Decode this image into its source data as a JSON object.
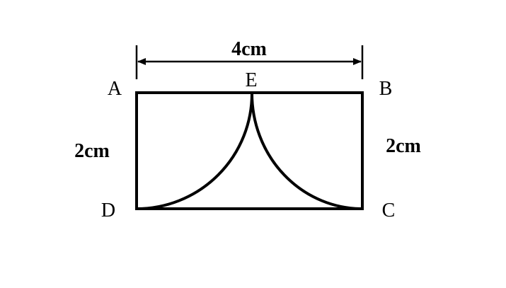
{
  "figure": {
    "colors": {
      "stroke": "#000000",
      "background": "#ffffff"
    },
    "points": {
      "A": "A",
      "B": "B",
      "C": "C",
      "D": "D",
      "E": "E"
    },
    "dimensions": {
      "top_width": "4cm",
      "left_height": "2cm",
      "right_height": "2cm"
    }
  }
}
